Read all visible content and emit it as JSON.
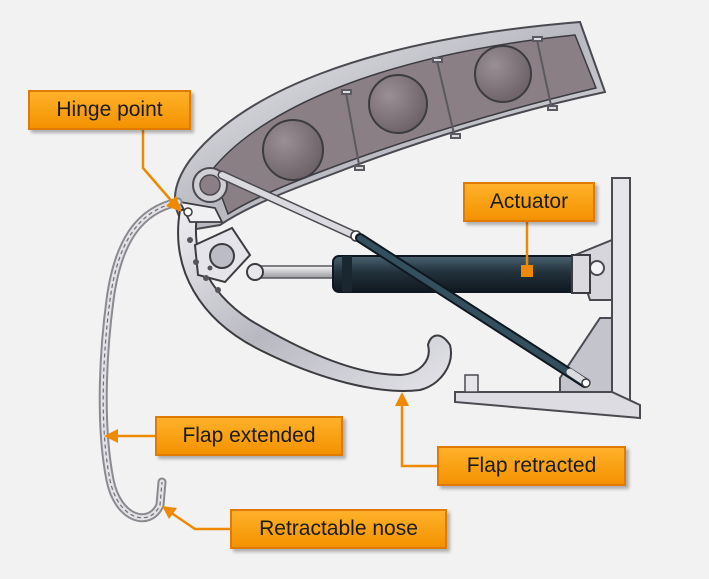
{
  "labels": {
    "hinge_point": "Hinge point",
    "actuator": "Actuator",
    "flap_extended": "Flap extended",
    "flap_retracted": "Flap retracted",
    "retractable_nose": "Retractable nose"
  },
  "colors": {
    "callout_fill": "#f7a21c",
    "leader_line": "#ef8a00",
    "wing_skin": "#c9c9cf",
    "wing_interior": "#8a7f84",
    "actuator_body": "#22313c",
    "background": "#f2f2f2"
  }
}
